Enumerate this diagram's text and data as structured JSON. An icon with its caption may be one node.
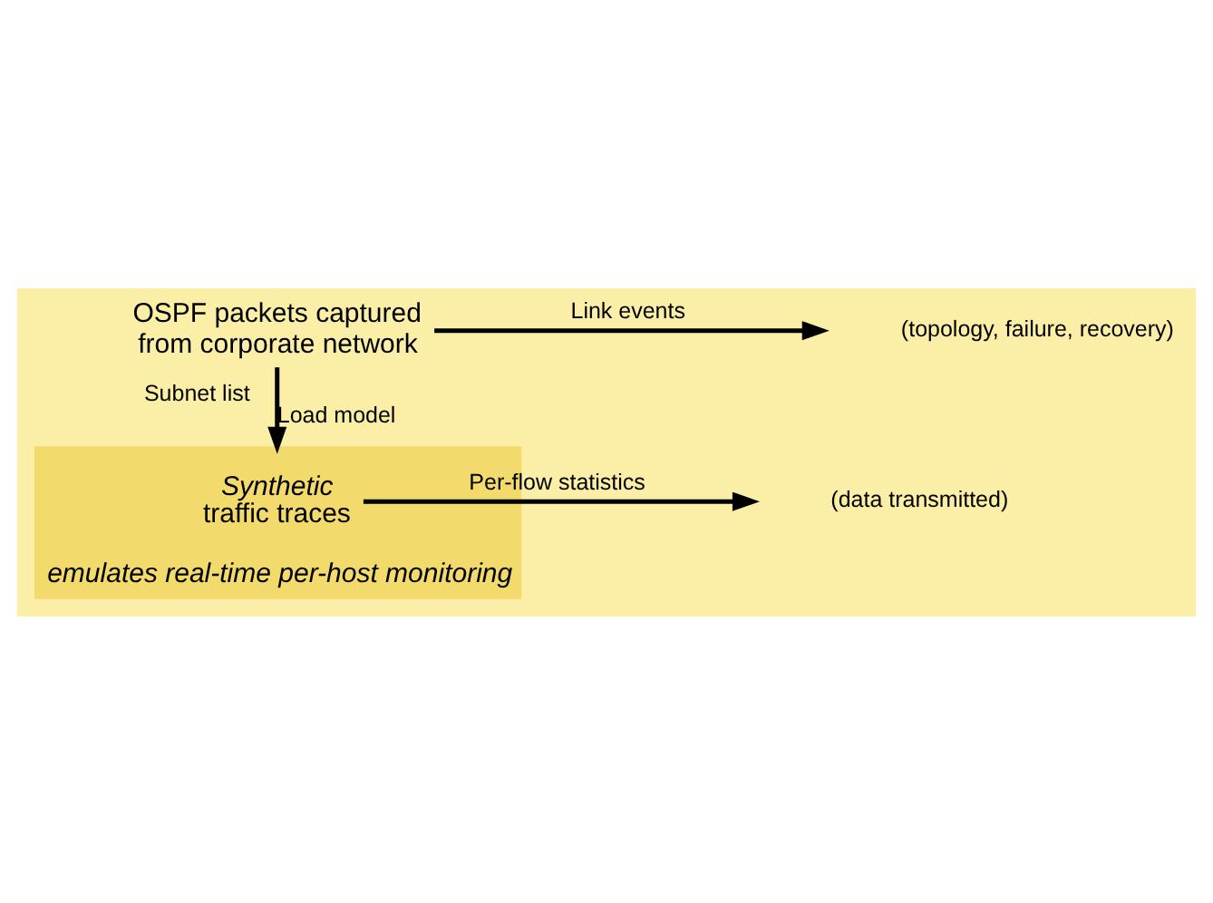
{
  "diagram": {
    "nodes": [
      {
        "text": [
          "OSPF packets captured from corporate network"
        ]
      },
      {
        "text": [
          "emulates real-time per-host monitoring"
        ]
      },
      {
        "text": [
          "*Synthetic* traffic traces"
        ],
        "in": 1
      }
    ],
    "edges": [
      {
        "from": 0,
        "to": null,
        "arrow": "to",
        "label": "Link events"
      },
      {
        "from": 0,
        "to": 1,
        "arrow": "to",
        "label": "Load model"
      },
      {
        "from": 2,
        "to": null,
        "arrow": "to",
        "label": "Per-flow statistics"
      }
    ],
    "labels": [
      "(topology, failure, recovery)",
      "Subnet list",
      "(data transmitted)"
    ]
  }
}
